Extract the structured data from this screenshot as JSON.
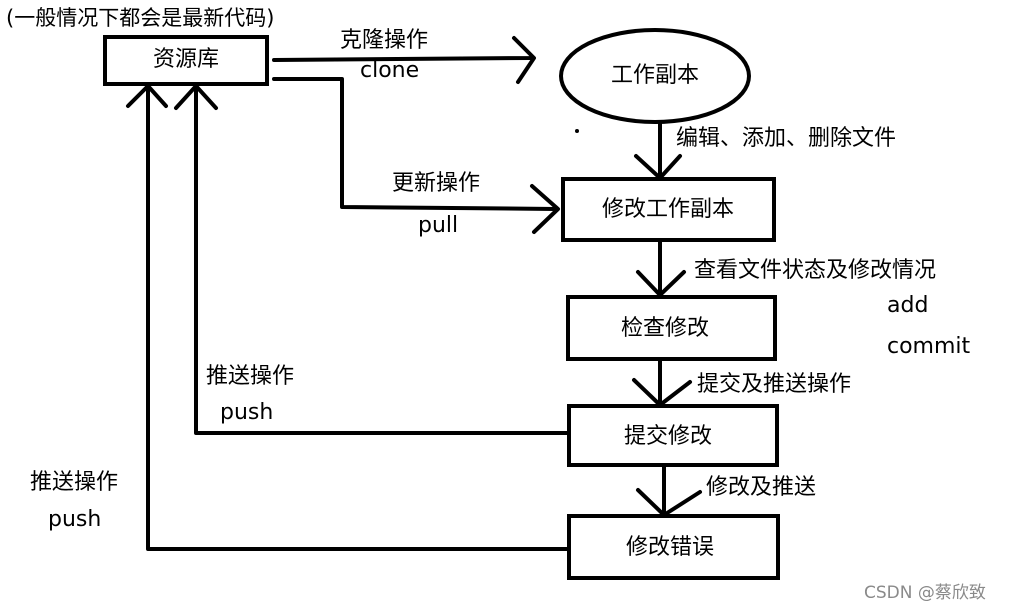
{
  "header_note": "(一般情况下都会是最新代码)",
  "nodes": {
    "repository": "资源库",
    "working_copy": "工作副本",
    "modify_copy": "修改工作副本",
    "check_changes": "检查修改",
    "commit_changes": "提交修改",
    "fix_errors": "修改错误"
  },
  "edges": {
    "clone_cn": "克隆操作",
    "clone_en": "clone",
    "pull_cn": "更新操作",
    "pull_en": "pull",
    "edit_files": "编辑、添加、删除文件",
    "view_status": "查看文件状态及修改情况",
    "add": "add",
    "commit": "commit",
    "submit_push": "提交及推送操作",
    "push1_cn": "推送操作",
    "push1_en": "push",
    "modify_push": "修改及推送",
    "push2_cn": "推送操作",
    "push2_en": "push"
  },
  "watermark": "CSDN @蔡欣致"
}
